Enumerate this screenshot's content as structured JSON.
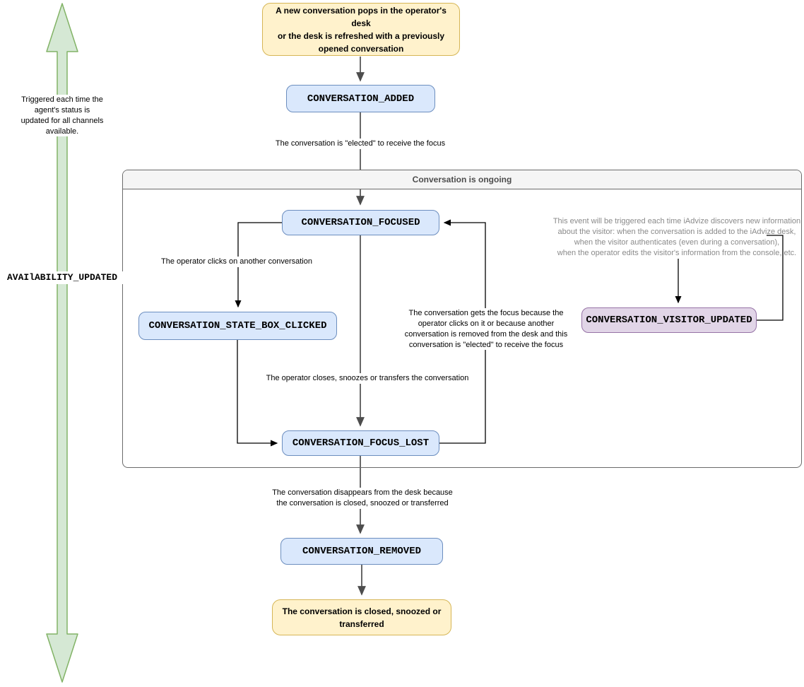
{
  "colors": {
    "yellow_fill": "#fff2cc",
    "yellow_border": "#d6b656",
    "blue_fill": "#dae8fc",
    "blue_border": "#6c8ebf",
    "purple_fill": "#e1d5e7",
    "purple_border": "#9673a6",
    "green_fill": "#d5e8d4",
    "green_border": "#82b366",
    "container_header_fill": "#f5f5f5"
  },
  "left_rail": {
    "note": "Triggered each time the\nagent's status is\nupdated for all channels\navailable.",
    "event": "AVAIlABILITY_UPDATED"
  },
  "container": {
    "title": "Conversation is ongoing"
  },
  "nodes": {
    "start": "A new conversation pops in the operator's desk\nor the desk is refreshed with a previously\nopened conversation",
    "added": "CONVERSATION_ADDED",
    "focused": "CONVERSATION_FOCUSED",
    "state_box_clicked": "CONVERSATION_STATE_BOX_CLICKED",
    "visitor_updated": "CONVERSATION_VISITOR_UPDATED",
    "focus_lost": "CONVERSATION_FOCUS_LOST",
    "removed": "CONVERSATION_REMOVED",
    "end": "The conversation is closed, snoozed or\ntransferred"
  },
  "labels": {
    "elected": "The conversation is \"elected\" to receive the focus",
    "clicks_another": "The operator clicks on another conversation",
    "gets_focus": "The conversation gets the focus because the\noperator clicks on it or because another\nconversation is removed from the desk and this\nconversation is \"elected\" to receive the focus",
    "visitor_info": "This event will be triggered each time iAdvize discovers new information\nabout the visitor: when the conversation is added to the iAdvize desk,\nwhen the visitor authenticates (even during a conversation),\nwhen the operator edits the visitor's information from the console, etc.",
    "closes_snoozes": "The operator closes, snoozes or transfers the conversation",
    "disappears": "The conversation disappears from the desk because\nthe conversation is closed, snoozed or transferred"
  }
}
